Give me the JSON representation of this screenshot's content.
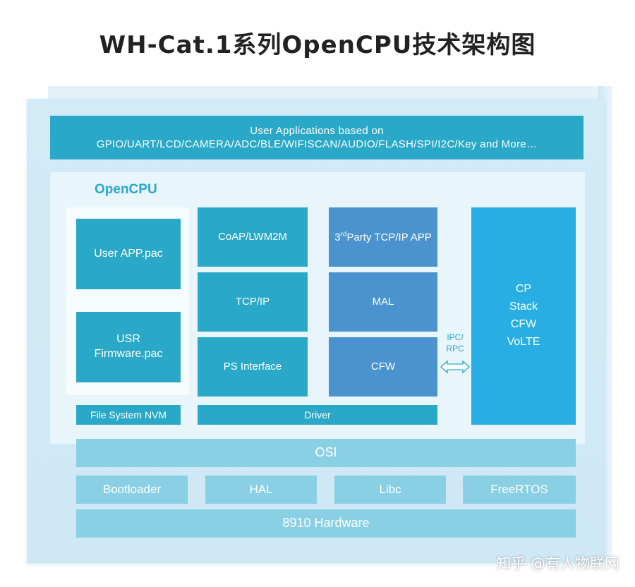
{
  "title": "WH-Cat.1系列OpenCPU技术架构图",
  "user_applications": {
    "line1": "User Applications based on",
    "line2": "GPIO/UART/LCD/CAMERA/ADC/BLE/WIFISCAN/AUDIO/FLASH/SPI/I2C/Key and More…"
  },
  "opencpu_label": "OpenCPU",
  "user_app_pac": "User APP.pac",
  "usr_firmware": {
    "line1": "USR",
    "line2": "Firmware.pac"
  },
  "file_system": "File System NVM",
  "coap": "CoAP/LWM2M",
  "tcpip": "TCP/IP",
  "ps_interface": "PS Interface",
  "third_party": {
    "prefix": "3",
    "sup": "rd",
    "rest": "Party TCP/IP APP"
  },
  "mal": "MAL",
  "cfw": "CFW",
  "driver": "Driver",
  "ipc_rpc": {
    "line1": "IPC/",
    "line2": "RPC"
  },
  "cp_block": {
    "line1": "CP",
    "line2": "Stack",
    "line3": "CFW",
    "line4": "VoLTE"
  },
  "osi": "OSI",
  "bottom_row": [
    "Bootloader",
    "HAL",
    "Libc",
    "FreeRTOS"
  ],
  "hardware": "8910 Hardware",
  "watermark": "知乎 @有人物联网",
  "colors": {
    "teal": "#2aa8c7",
    "blue": "#4a93cf",
    "cp": "#28aee2",
    "light": "#8ad0e5",
    "accent_text": "#2aa6cf"
  }
}
